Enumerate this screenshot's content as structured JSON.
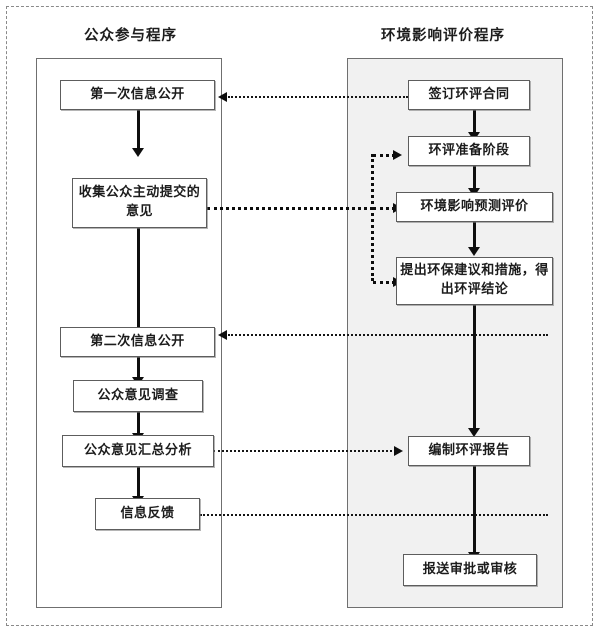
{
  "diagram": {
    "title_left": "公众参与程序",
    "title_right": "环境影响评价程序",
    "lanes": {
      "left": {
        "heading": "公众参与程序",
        "nodes": [
          {
            "id": "l1",
            "label": "第一次信息公开"
          },
          {
            "id": "l2",
            "label": "收集公众主动提交的意见"
          },
          {
            "id": "l3",
            "label": "第二次信息公开"
          },
          {
            "id": "l4",
            "label": "公众意见调查"
          },
          {
            "id": "l5",
            "label": "公众意见汇总分析"
          },
          {
            "id": "l6",
            "label": "信息反馈"
          }
        ]
      },
      "right": {
        "heading": "环境影响评价程序",
        "nodes": [
          {
            "id": "r1",
            "label": "签订环评合同"
          },
          {
            "id": "r2",
            "label": "环评准备阶段"
          },
          {
            "id": "r3",
            "label": "环境影响预测评价"
          },
          {
            "id": "r4",
            "label": "提出环保建议和措施，得出环评结论"
          },
          {
            "id": "r5",
            "label": "编制环评报告"
          },
          {
            "id": "r6",
            "label": "报送审批或审核"
          }
        ]
      }
    },
    "colors": {
      "lane_left_fill": "#ffffff",
      "lane_right_fill": "#f1f1f1",
      "lane_border": "#6f6f6f",
      "node_border": "#5d5d5d",
      "node_fill": "#ffffff",
      "connector": "#0e0e0e",
      "page_border": "#8a8a8a"
    }
  }
}
